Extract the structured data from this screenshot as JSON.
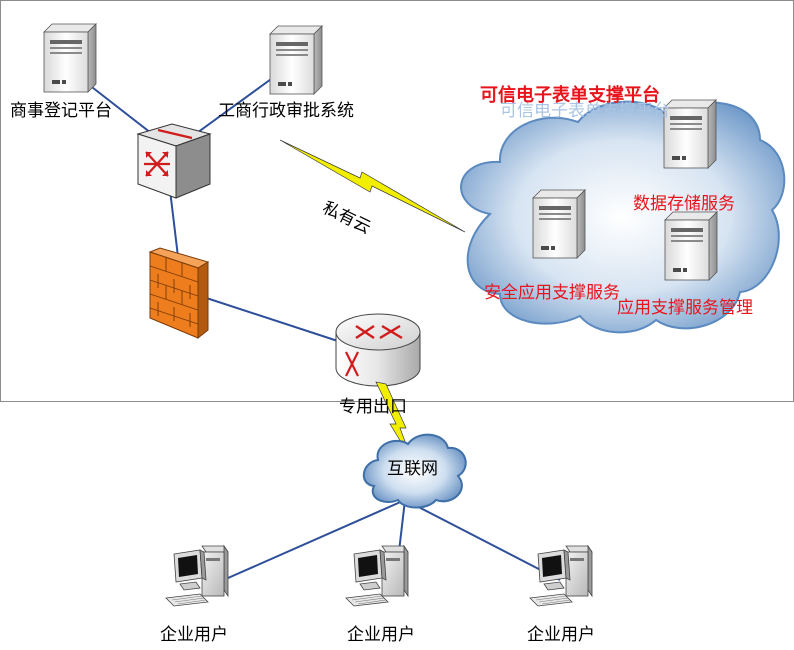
{
  "nodes": {
    "server_commerce": "商事登记平台",
    "server_approval": "工商行政审批系统",
    "private_cloud": "私有云",
    "platform_title": "可信电子表单支撑平台",
    "platform_title_shadow": "可信电子表单支撑平台",
    "data_storage": "数据存储服务",
    "security_support": "安全应用支撑服务",
    "app_management": "应用支撑服务管理",
    "dedicated_exit": "专用出口",
    "internet": "互联网",
    "users": [
      "企业用户",
      "企业用户",
      "企业用户"
    ]
  },
  "colors": {
    "link": "#2e4f9a",
    "lightning": "#f2ee00",
    "label_red": "#e8141c",
    "cloud": "#5b8ac0",
    "firewall": "#ee7d1e"
  }
}
